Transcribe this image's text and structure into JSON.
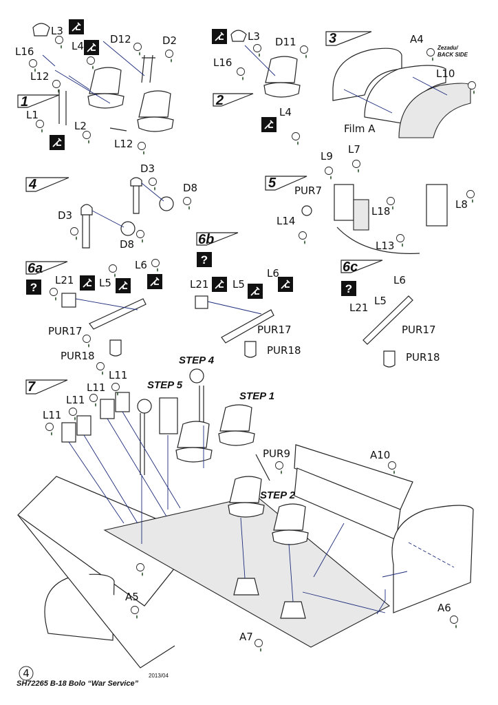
{
  "sections": [
    {
      "num": "1",
      "labels": [
        "L3",
        "D12",
        "D2",
        "L16",
        "L4",
        "L12",
        "L1",
        "L2",
        "L12"
      ]
    },
    {
      "num": "2",
      "labels": [
        "L3",
        "D11",
        "L16",
        "L4"
      ]
    },
    {
      "num": "3",
      "labels": [
        "A4",
        "L10",
        "Film A"
      ],
      "note_line1": "Zezadu/",
      "note_line2": "BACK SIDE"
    },
    {
      "num": "4",
      "labels": [
        "D3",
        "D8",
        "D3",
        "D8"
      ]
    },
    {
      "num": "5",
      "labels": [
        "L9",
        "L7",
        "PUR7",
        "L18",
        "L14",
        "L13",
        "L8"
      ]
    },
    {
      "num": "6a",
      "labels": [
        "L6",
        "L21",
        "L5",
        "PUR17",
        "PUR18"
      ]
    },
    {
      "num": "6b",
      "labels": [
        "L21",
        "L5",
        "L6",
        "PUR17",
        "PUR18"
      ]
    },
    {
      "num": "6c",
      "labels": [
        "L6",
        "L21",
        "L5",
        "PUR17",
        "PUR18"
      ]
    },
    {
      "num": "7",
      "labels": [
        "L11",
        "L11",
        "L11",
        "L11",
        "PUR9",
        "A10",
        "A5",
        "A7",
        "A6"
      ]
    }
  ],
  "steps": [
    "STEP 4",
    "STEP 5",
    "STEP 1",
    "STEP 2"
  ],
  "footer": {
    "page": "4",
    "title": "SH72265 B-18 Bolo “War Service”",
    "date": "2013/04"
  },
  "icons": [
    "bend-icon",
    "question-icon",
    "color-callout-icon"
  ]
}
